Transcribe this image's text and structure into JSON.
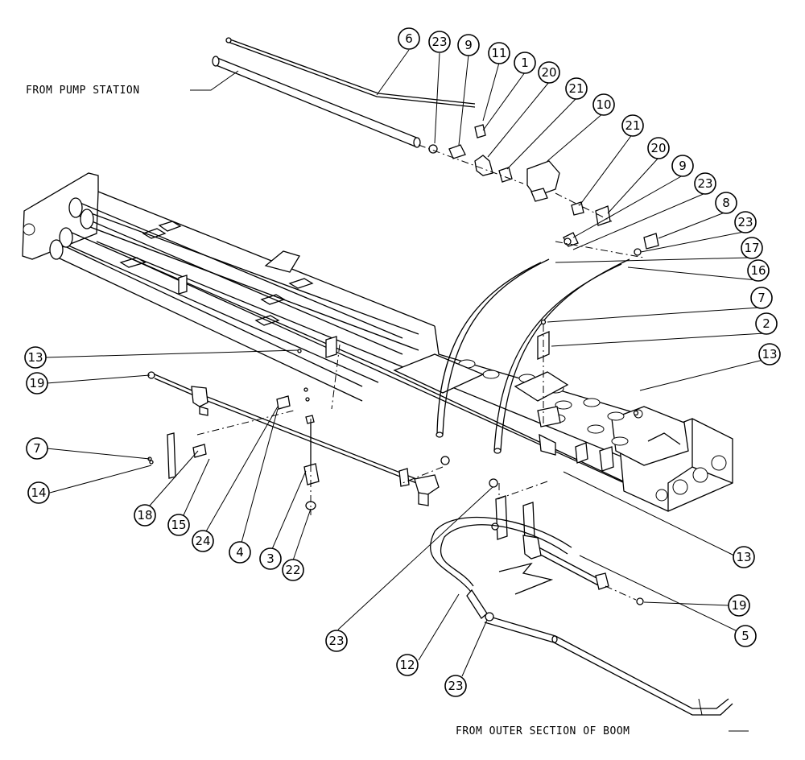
{
  "notes": {
    "from_pump_station": "FROM PUMP STATION",
    "from_outer_section": "FROM OUTER SECTION OF BOOM"
  },
  "callouts": [
    {
      "id": "c6",
      "label": "6"
    },
    {
      "id": "c23a",
      "label": "23"
    },
    {
      "id": "c9a",
      "label": "9"
    },
    {
      "id": "c11",
      "label": "11"
    },
    {
      "id": "c1",
      "label": "1"
    },
    {
      "id": "c20a",
      "label": "20"
    },
    {
      "id": "c21a",
      "label": "21"
    },
    {
      "id": "c10",
      "label": "10"
    },
    {
      "id": "c21b",
      "label": "21"
    },
    {
      "id": "c20b",
      "label": "20"
    },
    {
      "id": "c9b",
      "label": "9"
    },
    {
      "id": "c23b",
      "label": "23"
    },
    {
      "id": "c8",
      "label": "8"
    },
    {
      "id": "c23c",
      "label": "23"
    },
    {
      "id": "c17",
      "label": "17"
    },
    {
      "id": "c16",
      "label": "16"
    },
    {
      "id": "c7a",
      "label": "7"
    },
    {
      "id": "c2",
      "label": "2"
    },
    {
      "id": "c13a",
      "label": "13"
    },
    {
      "id": "c13b",
      "label": "13"
    },
    {
      "id": "c19a",
      "label": "19"
    },
    {
      "id": "c7b",
      "label": "7"
    },
    {
      "id": "c14",
      "label": "14"
    },
    {
      "id": "c18",
      "label": "18"
    },
    {
      "id": "c15",
      "label": "15"
    },
    {
      "id": "c24",
      "label": "24"
    },
    {
      "id": "c4",
      "label": "4"
    },
    {
      "id": "c3",
      "label": "3"
    },
    {
      "id": "c22",
      "label": "22"
    },
    {
      "id": "c23d",
      "label": "23"
    },
    {
      "id": "c13c",
      "label": "13"
    },
    {
      "id": "c19b",
      "label": "19"
    },
    {
      "id": "c5",
      "label": "5"
    },
    {
      "id": "c12",
      "label": "12"
    },
    {
      "id": "c23e",
      "label": "23"
    }
  ]
}
